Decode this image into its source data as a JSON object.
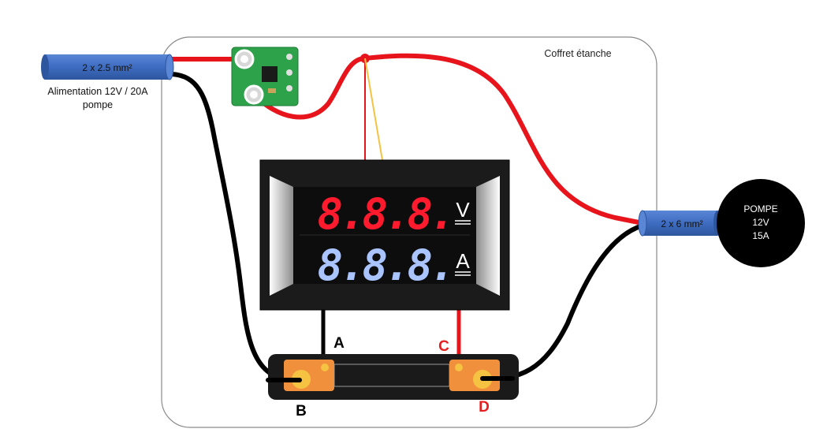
{
  "enclosure": {
    "label": "Coffret étanche"
  },
  "supply_cable": {
    "label": "2 x 2.5 mm²",
    "caption_line1": "Alimentation 12V / 20A",
    "caption_line2": "pompe"
  },
  "pump_cable": {
    "label": "2 x 6 mm²"
  },
  "pump": {
    "line1": "POMPE",
    "line2": "12V",
    "line3": "15A"
  },
  "meter": {
    "volt_digits": "8.8.8.",
    "amp_digits": "8.8.8.",
    "volt_unit": "V",
    "amp_unit": "A"
  },
  "shunt_labels": {
    "a": "A",
    "b": "B",
    "c": "C",
    "d": "D"
  },
  "colors": {
    "positive_wire": "#e8141c",
    "negative_wire": "#000000",
    "signal_wire": "#f5c242",
    "cable_sleeve": "#4472c4",
    "volt_digits": "#ff1a2e",
    "amp_digits": "#a9c4ff",
    "terminal": "#f0903c",
    "label_red": "#e81e1e"
  }
}
